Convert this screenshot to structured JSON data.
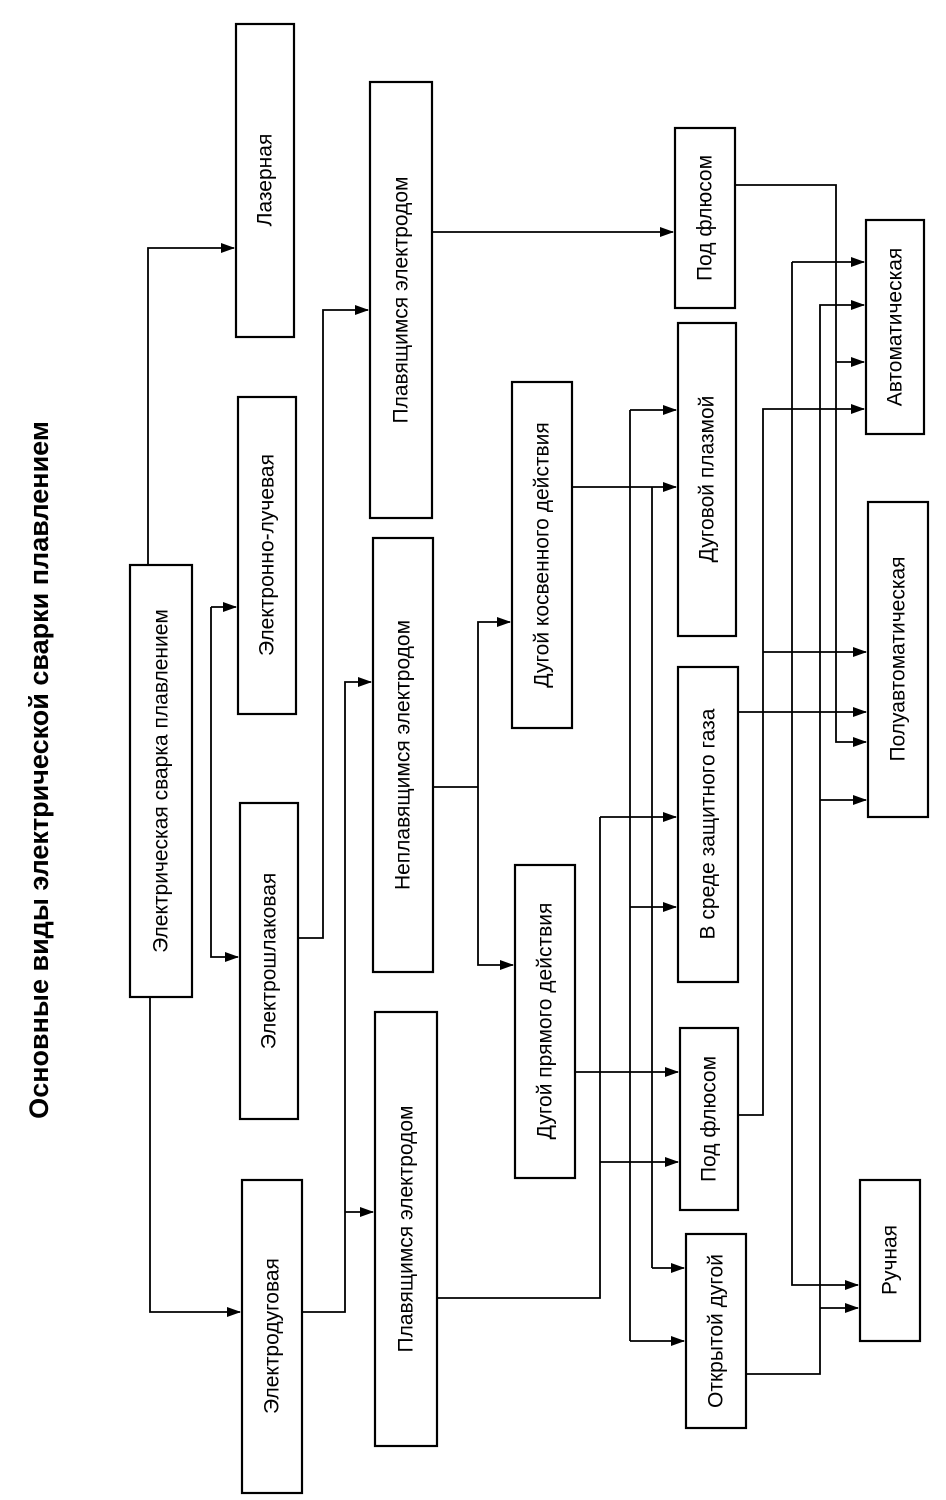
{
  "title": "Основные виды электрической сварки плавлением",
  "nodes": {
    "root": "Электрическая сварка плавлением",
    "laser": "Лазерная",
    "electron_beam": "Электронно-лучевая",
    "electroslag": "Электрошлаковая",
    "electric_arc": "Электродуговая",
    "melt_electrode_top": "Плавящимся электродом",
    "nonmelt_electrode": "Неплавящимся электродом",
    "melt_electrode_bottom": "Плавящимся электродом",
    "indirect_arc": "Дугой косвенного действия",
    "direct_arc": "Дугой прямого действия",
    "submerged_top": "Под флюсом",
    "arc_plasma": "Дуговой плазмой",
    "shielding_gas": "В среде защитного газа",
    "submerged_bottom": "Под флюсом",
    "open_arc": "Открытой дугой",
    "automatic": "Автоматическая",
    "semi_automatic": "Полуавтоматическая",
    "manual": "Ручная"
  }
}
